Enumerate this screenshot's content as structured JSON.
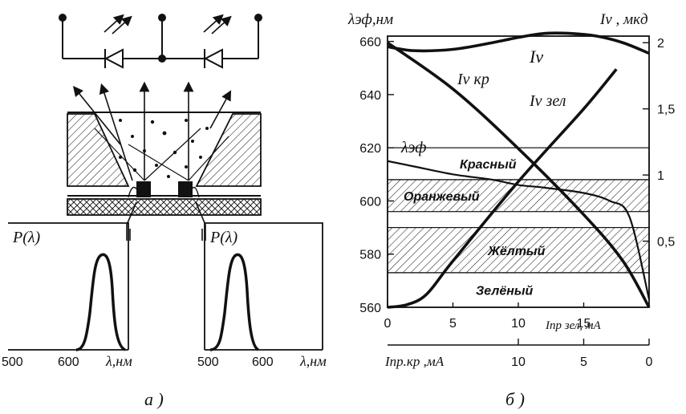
{
  "part_a": {
    "caption": "а )",
    "spectrum_left": {
      "ylabel": "P(λ)",
      "tick_labels": [
        "500",
        "600"
      ],
      "xlabel": "λ,нм"
    },
    "spectrum_right": {
      "ylabel": "P(λ)",
      "tick_labels": [
        "500",
        "600"
      ],
      "xlabel": "λ,нм"
    }
  },
  "part_b": {
    "caption": "б )",
    "left_axis_label": "λэф,нм",
    "right_axis_label": "Iv , мкд",
    "x_top_label": "Iпр зел, мА",
    "x_bottom_label": "Iпр.кр ,мА",
    "bands": [
      {
        "label": "Красный",
        "range": [
          608,
          620
        ]
      },
      {
        "label": "Оранжевый",
        "range": [
          596,
          608
        ]
      },
      {
        "label": "Жёлтый",
        "range": [
          573,
          590
        ]
      },
      {
        "label": "Зелёный",
        "range": [
          560,
          573
        ]
      }
    ],
    "curve_labels": {
      "Iv": "Iv",
      "Iv_kr": "Iv кр",
      "Iv_zel": "Iv зел",
      "lambda_ef": "λэф"
    }
  },
  "chart_data": {
    "type": "line",
    "x_top": {
      "label": "Iпр зел, мА",
      "range": [
        0,
        20
      ],
      "ticks": [
        0,
        5,
        10,
        15
      ]
    },
    "x_bottom": {
      "label": "Iпр.кр ,мА",
      "range": [
        20,
        0
      ],
      "ticks": [
        10,
        5,
        0
      ]
    },
    "y_left": {
      "label": "λэф,нм",
      "range": [
        560,
        662
      ],
      "ticks": [
        560,
        580,
        600,
        620,
        640,
        660
      ]
    },
    "y_right": {
      "label": "Iv , мкд",
      "range": [
        0,
        2.05
      ],
      "ticks": [
        0.5,
        1,
        1.5,
        2
      ]
    },
    "series": [
      {
        "name": "Iv",
        "axis": "right",
        "x": [
          0,
          2,
          5,
          8,
          10,
          12,
          14,
          16,
          18,
          20
        ],
        "y": [
          1.97,
          1.94,
          1.95,
          2.0,
          2.04,
          2.07,
          2.07,
          2.05,
          2.0,
          1.92
        ]
      },
      {
        "name": "Iv кр",
        "axis": "right",
        "x": [
          0,
          5,
          10,
          15,
          18,
          20
        ],
        "y": [
          2.0,
          1.65,
          1.2,
          0.7,
          0.35,
          0.0
        ]
      },
      {
        "name": "Iv зел",
        "axis": "right",
        "x": [
          0,
          1.5,
          3,
          5,
          10,
          15,
          17.5
        ],
        "y": [
          0.0,
          0.02,
          0.1,
          0.35,
          0.95,
          1.5,
          1.8
        ]
      },
      {
        "name": "λэф",
        "axis": "left",
        "x": [
          0,
          2,
          5,
          8,
          10,
          12,
          15,
          17,
          18.5,
          20
        ],
        "y": [
          615,
          613,
          610,
          608,
          606,
          605,
          603,
          600,
          594,
          563
        ]
      }
    ]
  }
}
